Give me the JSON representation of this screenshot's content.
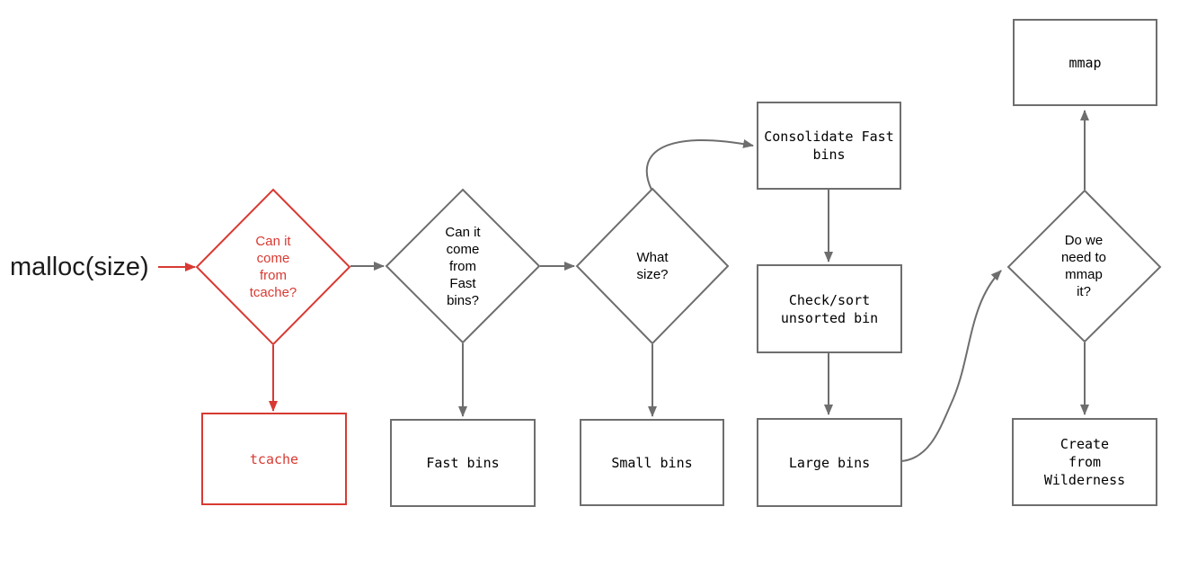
{
  "colors": {
    "red": "#d83a32",
    "gray": "#6e6e6e",
    "text": "#000000",
    "background": "#ffffff"
  },
  "start": {
    "label": "malloc(size)"
  },
  "nodes": {
    "tcache_q": {
      "label": "Can it\ncome\nfrom\ntcache?"
    },
    "tcache": {
      "label": "tcache"
    },
    "fastbins_q": {
      "label": "Can it\ncome\nfrom\nFast\nbins?"
    },
    "fastbins": {
      "label": "Fast bins"
    },
    "size_q": {
      "label": "What\nsize?"
    },
    "smallbins": {
      "label": "Small bins"
    },
    "consolidate": {
      "label": "Consolidate Fast\nbins"
    },
    "unsorted": {
      "label": "Check/sort\nunsorted bin"
    },
    "largebins": {
      "label": "Large bins"
    },
    "mmap_q": {
      "label": "Do we\nneed to\nmmap\nit?"
    },
    "mmap": {
      "label": "mmap"
    },
    "wilderness": {
      "label": "Create\nfrom\nWilderness"
    }
  }
}
